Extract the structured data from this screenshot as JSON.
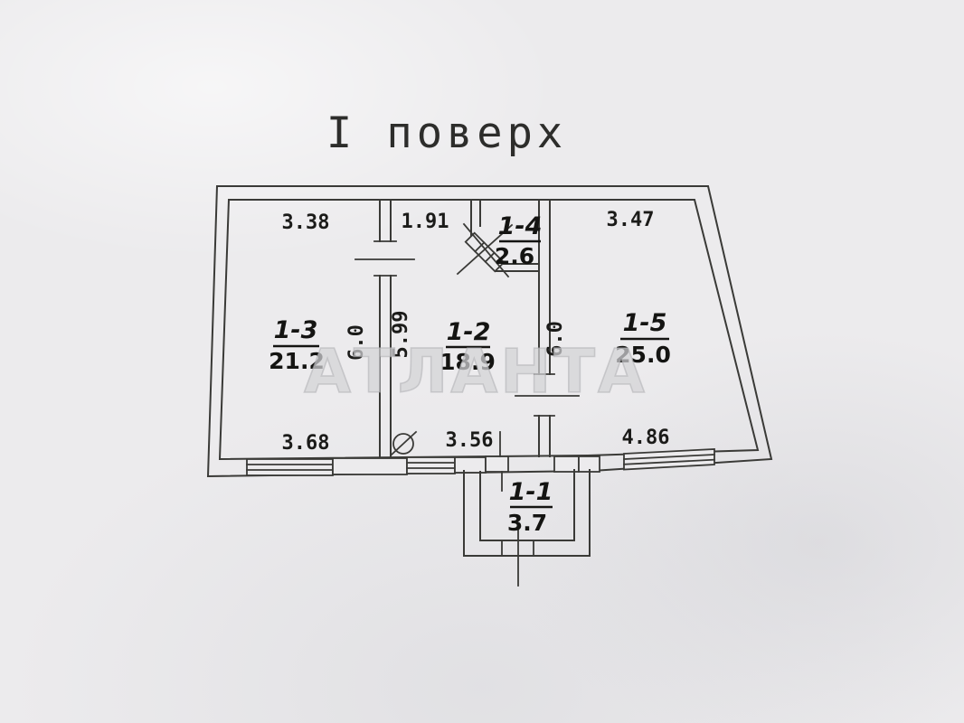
{
  "page": {
    "title": "І поверх",
    "watermark": "АТЛАНТА"
  },
  "rooms": {
    "r11": {
      "id": "1-1",
      "area": "3.7"
    },
    "r12": {
      "id": "1-2",
      "area": "18.9"
    },
    "r13": {
      "id": "1-3",
      "area": "21.2"
    },
    "r14": {
      "id": "1-4",
      "area": "2.6"
    },
    "r15": {
      "id": "1-5",
      "area": "25.0"
    }
  },
  "dimensions": {
    "w13_top": "3.38",
    "w12_top": "1.91",
    "w15_top": "3.47",
    "h13": "6.0",
    "h12": "5.99",
    "h15": "6.0",
    "w13_bottom": "3.68",
    "w12_bottom": "3.56",
    "w15_bottom": "4.86"
  },
  "colors": {
    "paper": "#ecebed",
    "ink": "#3a3a37",
    "watermark_gray": "#d3d3d6"
  }
}
